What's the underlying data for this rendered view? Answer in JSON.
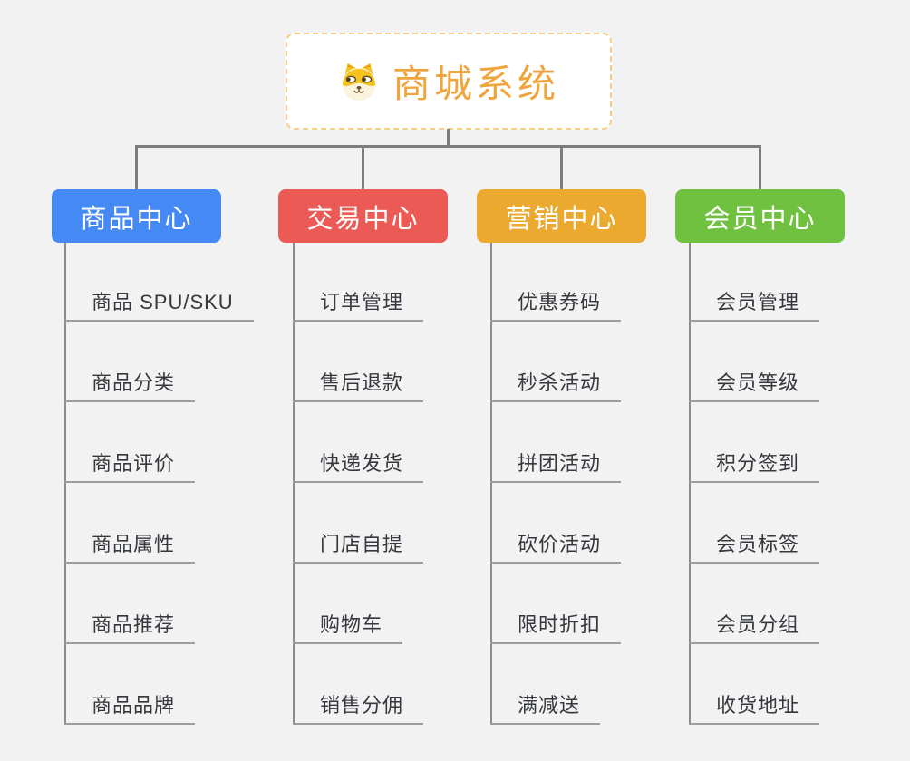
{
  "root": {
    "title": "商城系统",
    "icon": "dog-face-icon",
    "text_color": "#F0A53C",
    "border_color": "#F8CD86"
  },
  "branches": [
    {
      "label": "商品中心",
      "color": "#4589F4",
      "children": [
        "商品 SPU/SKU",
        "商品分类",
        "商品评价",
        "商品属性",
        "商品推荐",
        "商品品牌"
      ]
    },
    {
      "label": "交易中心",
      "color": "#EC5A55",
      "children": [
        "订单管理",
        "售后退款",
        "快递发货",
        "门店自提",
        "购物车",
        "销售分佣"
      ]
    },
    {
      "label": "营销中心",
      "color": "#ECA930",
      "children": [
        "优惠券码",
        "秒杀活动",
        "拼团活动",
        "砍价活动",
        "限时折扣",
        "满减送"
      ]
    },
    {
      "label": "会员中心",
      "color": "#70C140",
      "children": [
        "会员管理",
        "会员等级",
        "积分签到",
        "会员标签",
        "会员分组",
        "收货地址"
      ]
    }
  ]
}
